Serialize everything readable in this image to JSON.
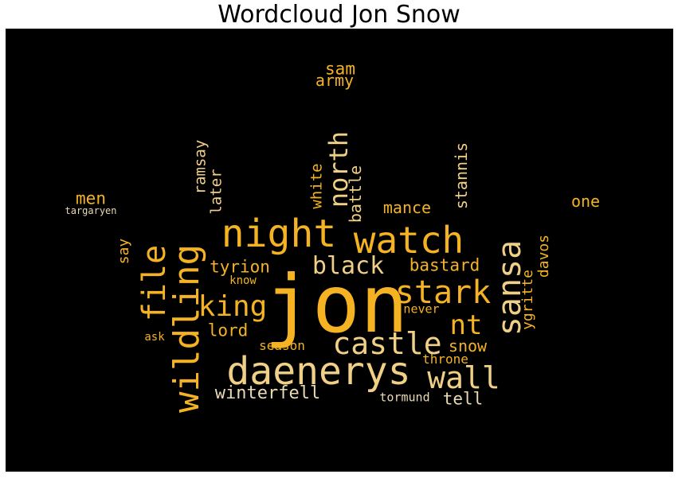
{
  "title": "Wordcloud Jon Snow",
  "colors": {
    "background": "#000000",
    "gold": "#f5b324",
    "light_gold": "#f0cf86",
    "pale": "#e9d9b5"
  },
  "words": [
    {
      "text": "jon",
      "weight": 100,
      "color": "gold",
      "vertical": false
    },
    {
      "text": "daenerys",
      "weight": 56,
      "color": "light_gold",
      "vertical": false
    },
    {
      "text": "night",
      "weight": 54,
      "color": "gold",
      "vertical": false
    },
    {
      "text": "watch",
      "weight": 50,
      "color": "gold",
      "vertical": false
    },
    {
      "text": "wildling",
      "weight": 45,
      "color": "gold",
      "vertical": true
    },
    {
      "text": "stark",
      "weight": 42,
      "color": "gold",
      "vertical": false
    },
    {
      "text": "castle",
      "weight": 40,
      "color": "light_gold",
      "vertical": false
    },
    {
      "text": "sansa",
      "weight": 40,
      "color": "light_gold",
      "vertical": true
    },
    {
      "text": "file",
      "weight": 40,
      "color": "gold",
      "vertical": true
    },
    {
      "text": "wall",
      "weight": 40,
      "color": "light_gold",
      "vertical": false
    },
    {
      "text": "king",
      "weight": 38,
      "color": "gold",
      "vertical": false
    },
    {
      "text": "nt",
      "weight": 36,
      "color": "gold",
      "vertical": false
    },
    {
      "text": "north",
      "weight": 34,
      "color": "light_gold",
      "vertical": true
    },
    {
      "text": "black",
      "weight": 32,
      "color": "light_gold",
      "vertical": false
    },
    {
      "text": "winterfell",
      "weight": 24,
      "color": "pale",
      "vertical": false
    },
    {
      "text": "tyrion",
      "weight": 22,
      "color": "gold",
      "vertical": false
    },
    {
      "text": "bastard",
      "weight": 22,
      "color": "gold",
      "vertical": false
    },
    {
      "text": "lord",
      "weight": 20,
      "color": "gold",
      "vertical": false
    },
    {
      "text": "mance",
      "weight": 20,
      "color": "gold",
      "vertical": false
    },
    {
      "text": "sam",
      "weight": 20,
      "color": "gold",
      "vertical": false
    },
    {
      "text": "army",
      "weight": 20,
      "color": "gold",
      "vertical": false
    },
    {
      "text": "men",
      "weight": 20,
      "color": "gold",
      "vertical": false
    },
    {
      "text": "one",
      "weight": 20,
      "color": "gold",
      "vertical": false
    },
    {
      "text": "tell",
      "weight": 20,
      "color": "pale",
      "vertical": false
    },
    {
      "text": "snow",
      "weight": 20,
      "color": "gold",
      "vertical": false
    },
    {
      "text": "stannis",
      "weight": 20,
      "color": "light_gold",
      "vertical": true
    },
    {
      "text": "battle",
      "weight": 20,
      "color": "light_gold",
      "vertical": true
    },
    {
      "text": "ramsay",
      "weight": 19,
      "color": "light_gold",
      "vertical": true
    },
    {
      "text": "later",
      "weight": 19,
      "color": "light_gold",
      "vertical": true
    },
    {
      "text": "white",
      "weight": 19,
      "color": "gold",
      "vertical": true
    },
    {
      "text": "davos",
      "weight": 19,
      "color": "gold",
      "vertical": true
    },
    {
      "text": "ygritte",
      "weight": 18,
      "color": "gold",
      "vertical": true
    },
    {
      "text": "say",
      "weight": 18,
      "color": "gold",
      "vertical": true
    },
    {
      "text": "season",
      "weight": 17,
      "color": "gold",
      "vertical": false
    },
    {
      "text": "throne",
      "weight": 17,
      "color": "gold",
      "vertical": false
    },
    {
      "text": "tormund",
      "weight": 16,
      "color": "pale",
      "vertical": false
    },
    {
      "text": "never",
      "weight": 15,
      "color": "gold",
      "vertical": false
    },
    {
      "text": "know",
      "weight": 14,
      "color": "gold",
      "vertical": false
    },
    {
      "text": "ask",
      "weight": 15,
      "color": "gold",
      "vertical": false
    },
    {
      "text": "targaryen",
      "weight": 13,
      "color": "pale",
      "vertical": false
    }
  ]
}
